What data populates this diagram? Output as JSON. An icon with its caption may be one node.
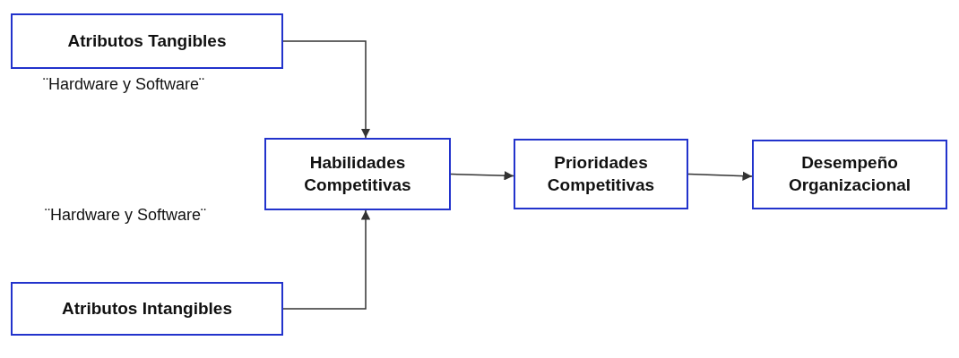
{
  "diagram": {
    "nodes": [
      {
        "text": [
          "Atributos Tangibles"
        ]
      },
      {
        "text": [
          "Habilidades Competitivas"
        ]
      },
      {
        "text": [
          "Prioridades Competitivas"
        ]
      },
      {
        "text": [
          "Desempeño Organizacional"
        ]
      },
      {
        "text": [
          "Atributos Intangibles"
        ]
      }
    ],
    "edges": [
      {
        "from": 0,
        "to": 1,
        "arrow": "to"
      },
      {
        "from": 4,
        "to": 1,
        "arrow": "to"
      },
      {
        "from": 1,
        "to": 2,
        "arrow": "to"
      },
      {
        "from": 2,
        "to": 3,
        "arrow": "to"
      }
    ],
    "labels": [
      "¨Hardware y Software¨",
      "¨Hardware y Software¨"
    ]
  }
}
